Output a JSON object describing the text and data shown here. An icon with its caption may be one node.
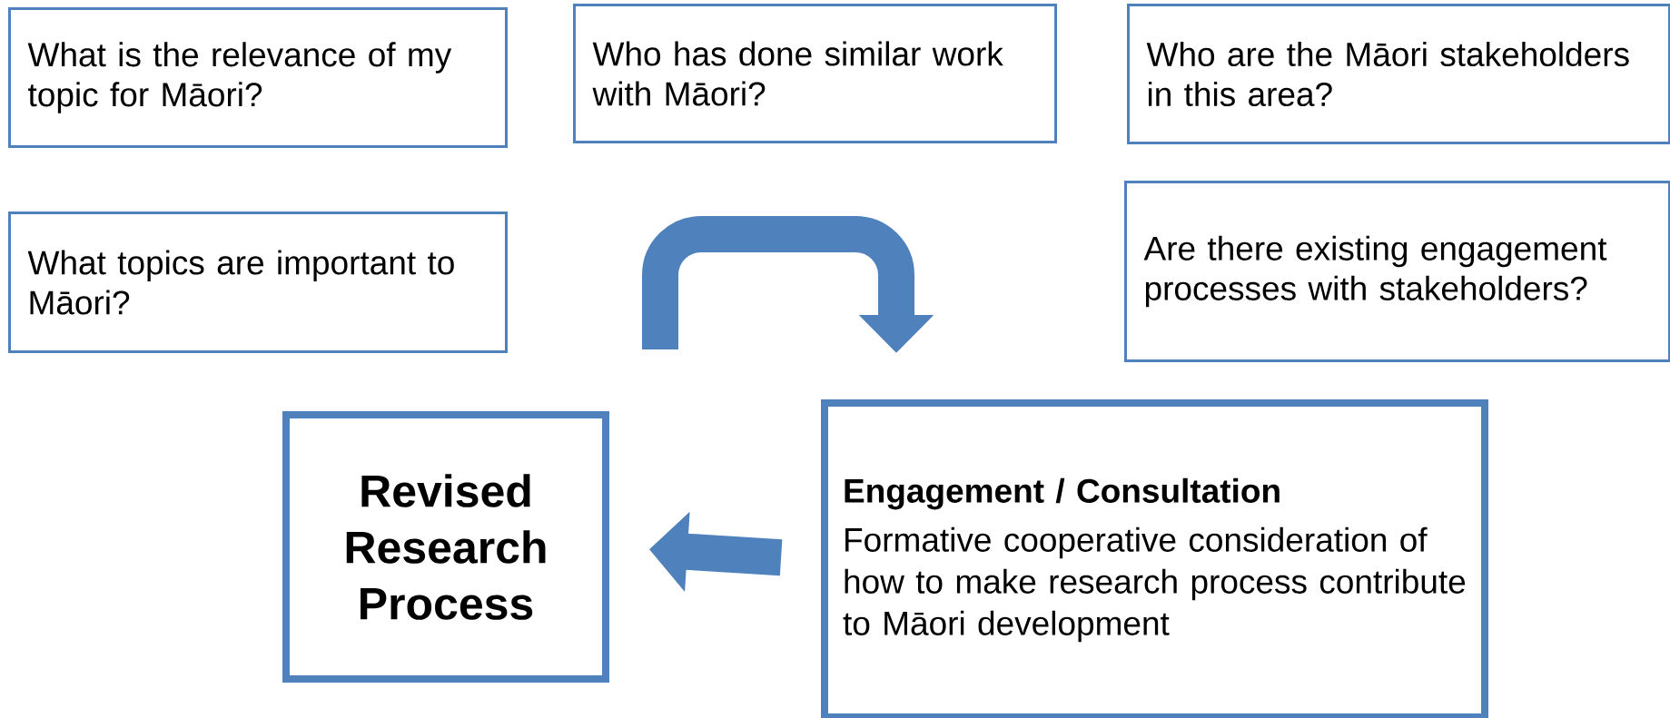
{
  "diagram": {
    "nodes": [
      {
        "text": [
          "What is the relevance of my topic for Māori?"
        ]
      },
      {
        "text": [
          "Who has done similar work with Māori?"
        ]
      },
      {
        "text": [
          "Who are the Māori stakeholders in this area?"
        ]
      },
      {
        "text": [
          "What topics are important to Māori?"
        ]
      },
      {
        "text": [
          "Are there existing engagement processes with stakeholders?"
        ]
      },
      {
        "text": [
          "Revised Research Process"
        ]
      },
      {
        "text": [
          "Engagement / Consultation",
          "Formative cooperative consideration of how to make research process contribute to Māori development"
        ]
      }
    ],
    "edges": [
      {
        "from": 6,
        "to": 5,
        "arrow": "to"
      }
    ]
  }
}
